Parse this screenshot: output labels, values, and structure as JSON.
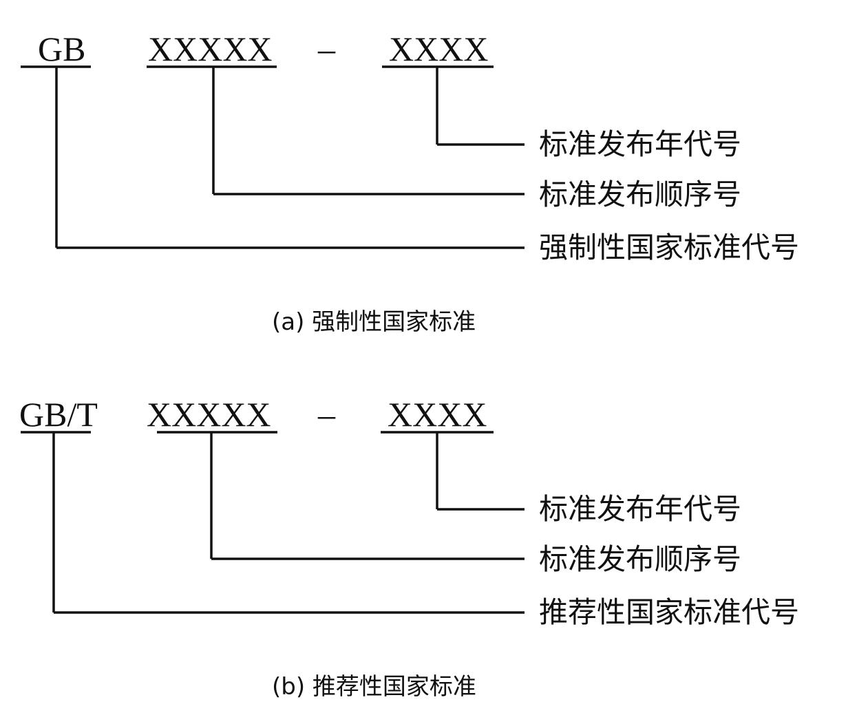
{
  "part_a": {
    "prefix": "GB",
    "sequence": "XXXXX",
    "dash": "–",
    "year": "XXXX",
    "labels": [
      "标准发布年代号",
      "标准发布顺序号",
      "强制性国家标准代号"
    ],
    "caption": "(a)  强制性国家标准"
  },
  "part_b": {
    "prefix": "GB/T",
    "sequence": "XXXXX",
    "dash": "–",
    "year": "XXXX",
    "labels": [
      "标准发布年代号",
      "标准发布顺序号",
      "推荐性国家标准代号"
    ],
    "caption": "(b)  推荐性国家标准"
  }
}
